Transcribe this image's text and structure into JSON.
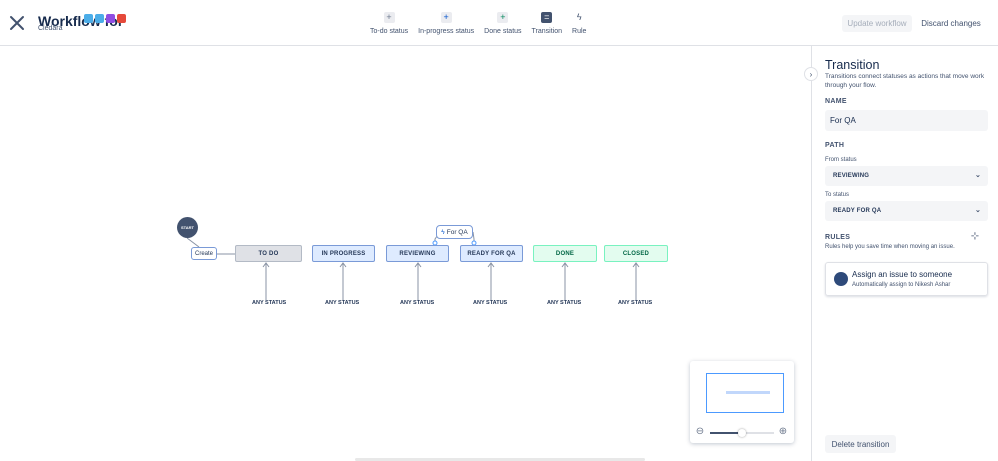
{
  "header": {
    "title": "Workflow for",
    "subtitle": "Cledara",
    "tools": [
      {
        "label": "To-do status",
        "icon": "plus-icon"
      },
      {
        "label": "In-progress status",
        "icon": "plus-icon"
      },
      {
        "label": "Done status",
        "icon": "plus-icon"
      },
      {
        "label": "Transition",
        "icon": "transition-icon"
      },
      {
        "label": "Rule",
        "icon": "rule-icon"
      }
    ],
    "update_label": "Update workflow",
    "discard_label": "Discard changes"
  },
  "canvas": {
    "start": "START",
    "create": "Create",
    "transition": "For QA",
    "statuses": [
      "TO DO",
      "IN PROGRESS",
      "REVIEWING",
      "READY FOR QA",
      "DONE",
      "CLOSED"
    ],
    "any_status": "ANY STATUS"
  },
  "panel": {
    "title": "Transition",
    "description": "Transitions connect statuses as actions that move work through your flow.",
    "name_label": "NAME",
    "name_value": "For QA",
    "path_label": "PATH",
    "from_label": "From status",
    "from_value": "REVIEWING",
    "to_label": "To status",
    "to_value": "READY FOR QA",
    "rules_label": "RULES",
    "rules_hint": "Rules help you save time when moving an issue.",
    "rule": {
      "title": "Assign an issue to someone",
      "subtitle": "Automatically assign to Nikesh Ashar"
    },
    "delete_label": "Delete transition"
  },
  "zoom": {
    "level": 0.5
  },
  "colors": {
    "accent": "#0052cc",
    "status_blue": "#deebff",
    "status_green": "#e3fcef"
  }
}
